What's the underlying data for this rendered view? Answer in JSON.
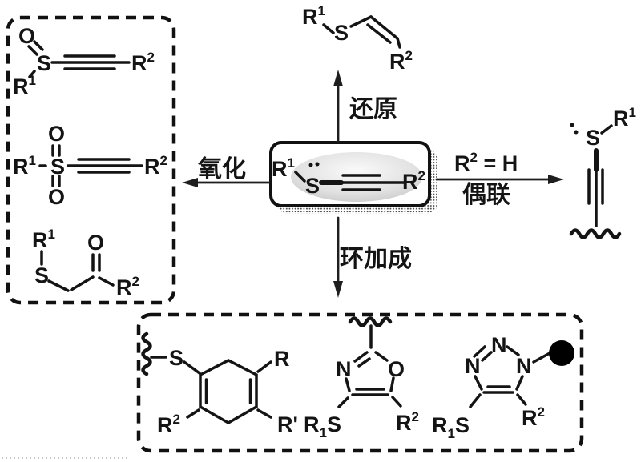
{
  "atoms": {
    "r1": {
      "base": "R",
      "sup": "1"
    },
    "r2": {
      "base": "R",
      "sup": "2"
    },
    "r1sub": {
      "base": "R",
      "sub": "1"
    },
    "r": "R",
    "rprime": "R'",
    "s": "S",
    "o": "O",
    "n": "N"
  },
  "reactions": {
    "reduction": "还原",
    "oxidation": "氧化",
    "coupling": "偶联",
    "cycloaddition": "环加成",
    "coupling_condition": {
      "base": "R",
      "sup": "2",
      "rest": " = H"
    }
  },
  "colors": {
    "ink": "#141414",
    "background": "#ffffff",
    "highlight_ellipse": "#c0c0c0",
    "shadow_dots": "#4a4a4a",
    "support_ball": "#000000",
    "faint_line": "#c8c8c8"
  }
}
